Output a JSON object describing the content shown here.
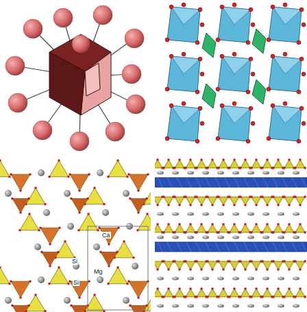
{
  "diagram": {
    "labels": [
      "Ca",
      "Si",
      "Mg",
      "Si"
    ]
  }
}
